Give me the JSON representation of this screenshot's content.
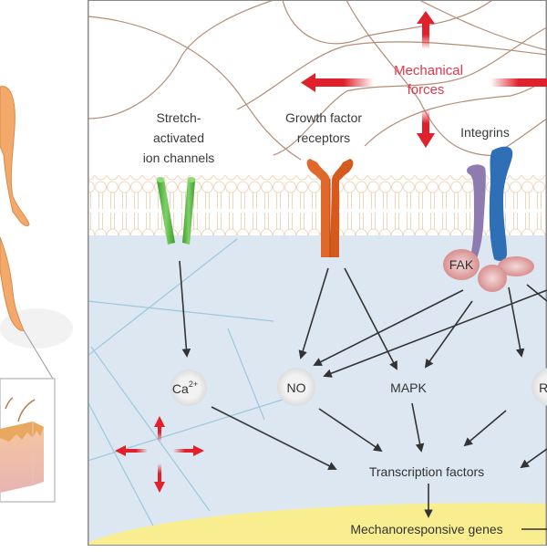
{
  "title": "Mechanotransduction signaling pathways",
  "colors": {
    "cytoplasm": "#dde7f2",
    "extracellular": "#ffffff",
    "membrane": "#fbf1e6",
    "membrane_stroke": "#e8cfb0",
    "ecm_fiber": "#b58c74",
    "cytoskeleton": "#9cc8dc",
    "force_arrow": "#e0202a",
    "force_text": "#e2374a",
    "ion_channel": "#5cb84a",
    "growth_factor_receptor": "#e0682a",
    "integrin_alpha": "#8e7cb0",
    "integrin_beta": "#2f6fb5",
    "fak": "#e4a3a3",
    "nucleus": "#f8ee8f",
    "node_fill": "#ececec",
    "arrow": "#333333",
    "body": "#f3a96a"
  },
  "labels": {
    "mechanical_forces": [
      "Mechanical",
      "forces"
    ],
    "stretch_channels": [
      "Stretch-",
      "activated",
      "ion channels"
    ],
    "growth_factor_receptors": [
      "Growth factor",
      "receptors"
    ],
    "integrins": "Integrins",
    "fak": "FAK",
    "ca": "Ca",
    "ca_sup": "2+",
    "no": "NO",
    "mapk": "MAPK",
    "rho": "Rho",
    "transcription_factors": "Transcription factors",
    "mechanoresponsive_genes": "Mechanoresponsive genes"
  },
  "icons": {
    "human_figure": "human-body-figure",
    "skin_block": "skin-tissue-block"
  }
}
